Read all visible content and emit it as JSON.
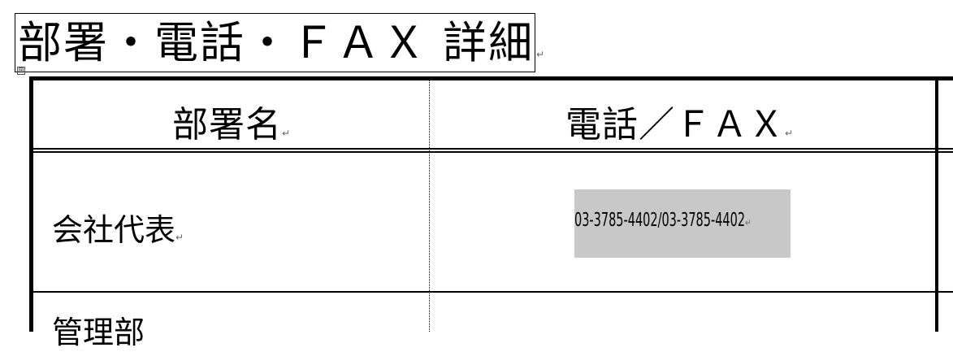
{
  "title": "部署・電話・ＦＡＸ 詳細",
  "anchor_glyph": "⊞",
  "paragraph_mark": "↵",
  "table": {
    "headers": [
      "部署名",
      "電話／ＦＡＸ"
    ],
    "rows": [
      {
        "dept": "会社代表",
        "phone": "03-3785-4402/03-3785-4402"
      },
      {
        "dept": "管理部",
        "phone": ""
      }
    ]
  }
}
